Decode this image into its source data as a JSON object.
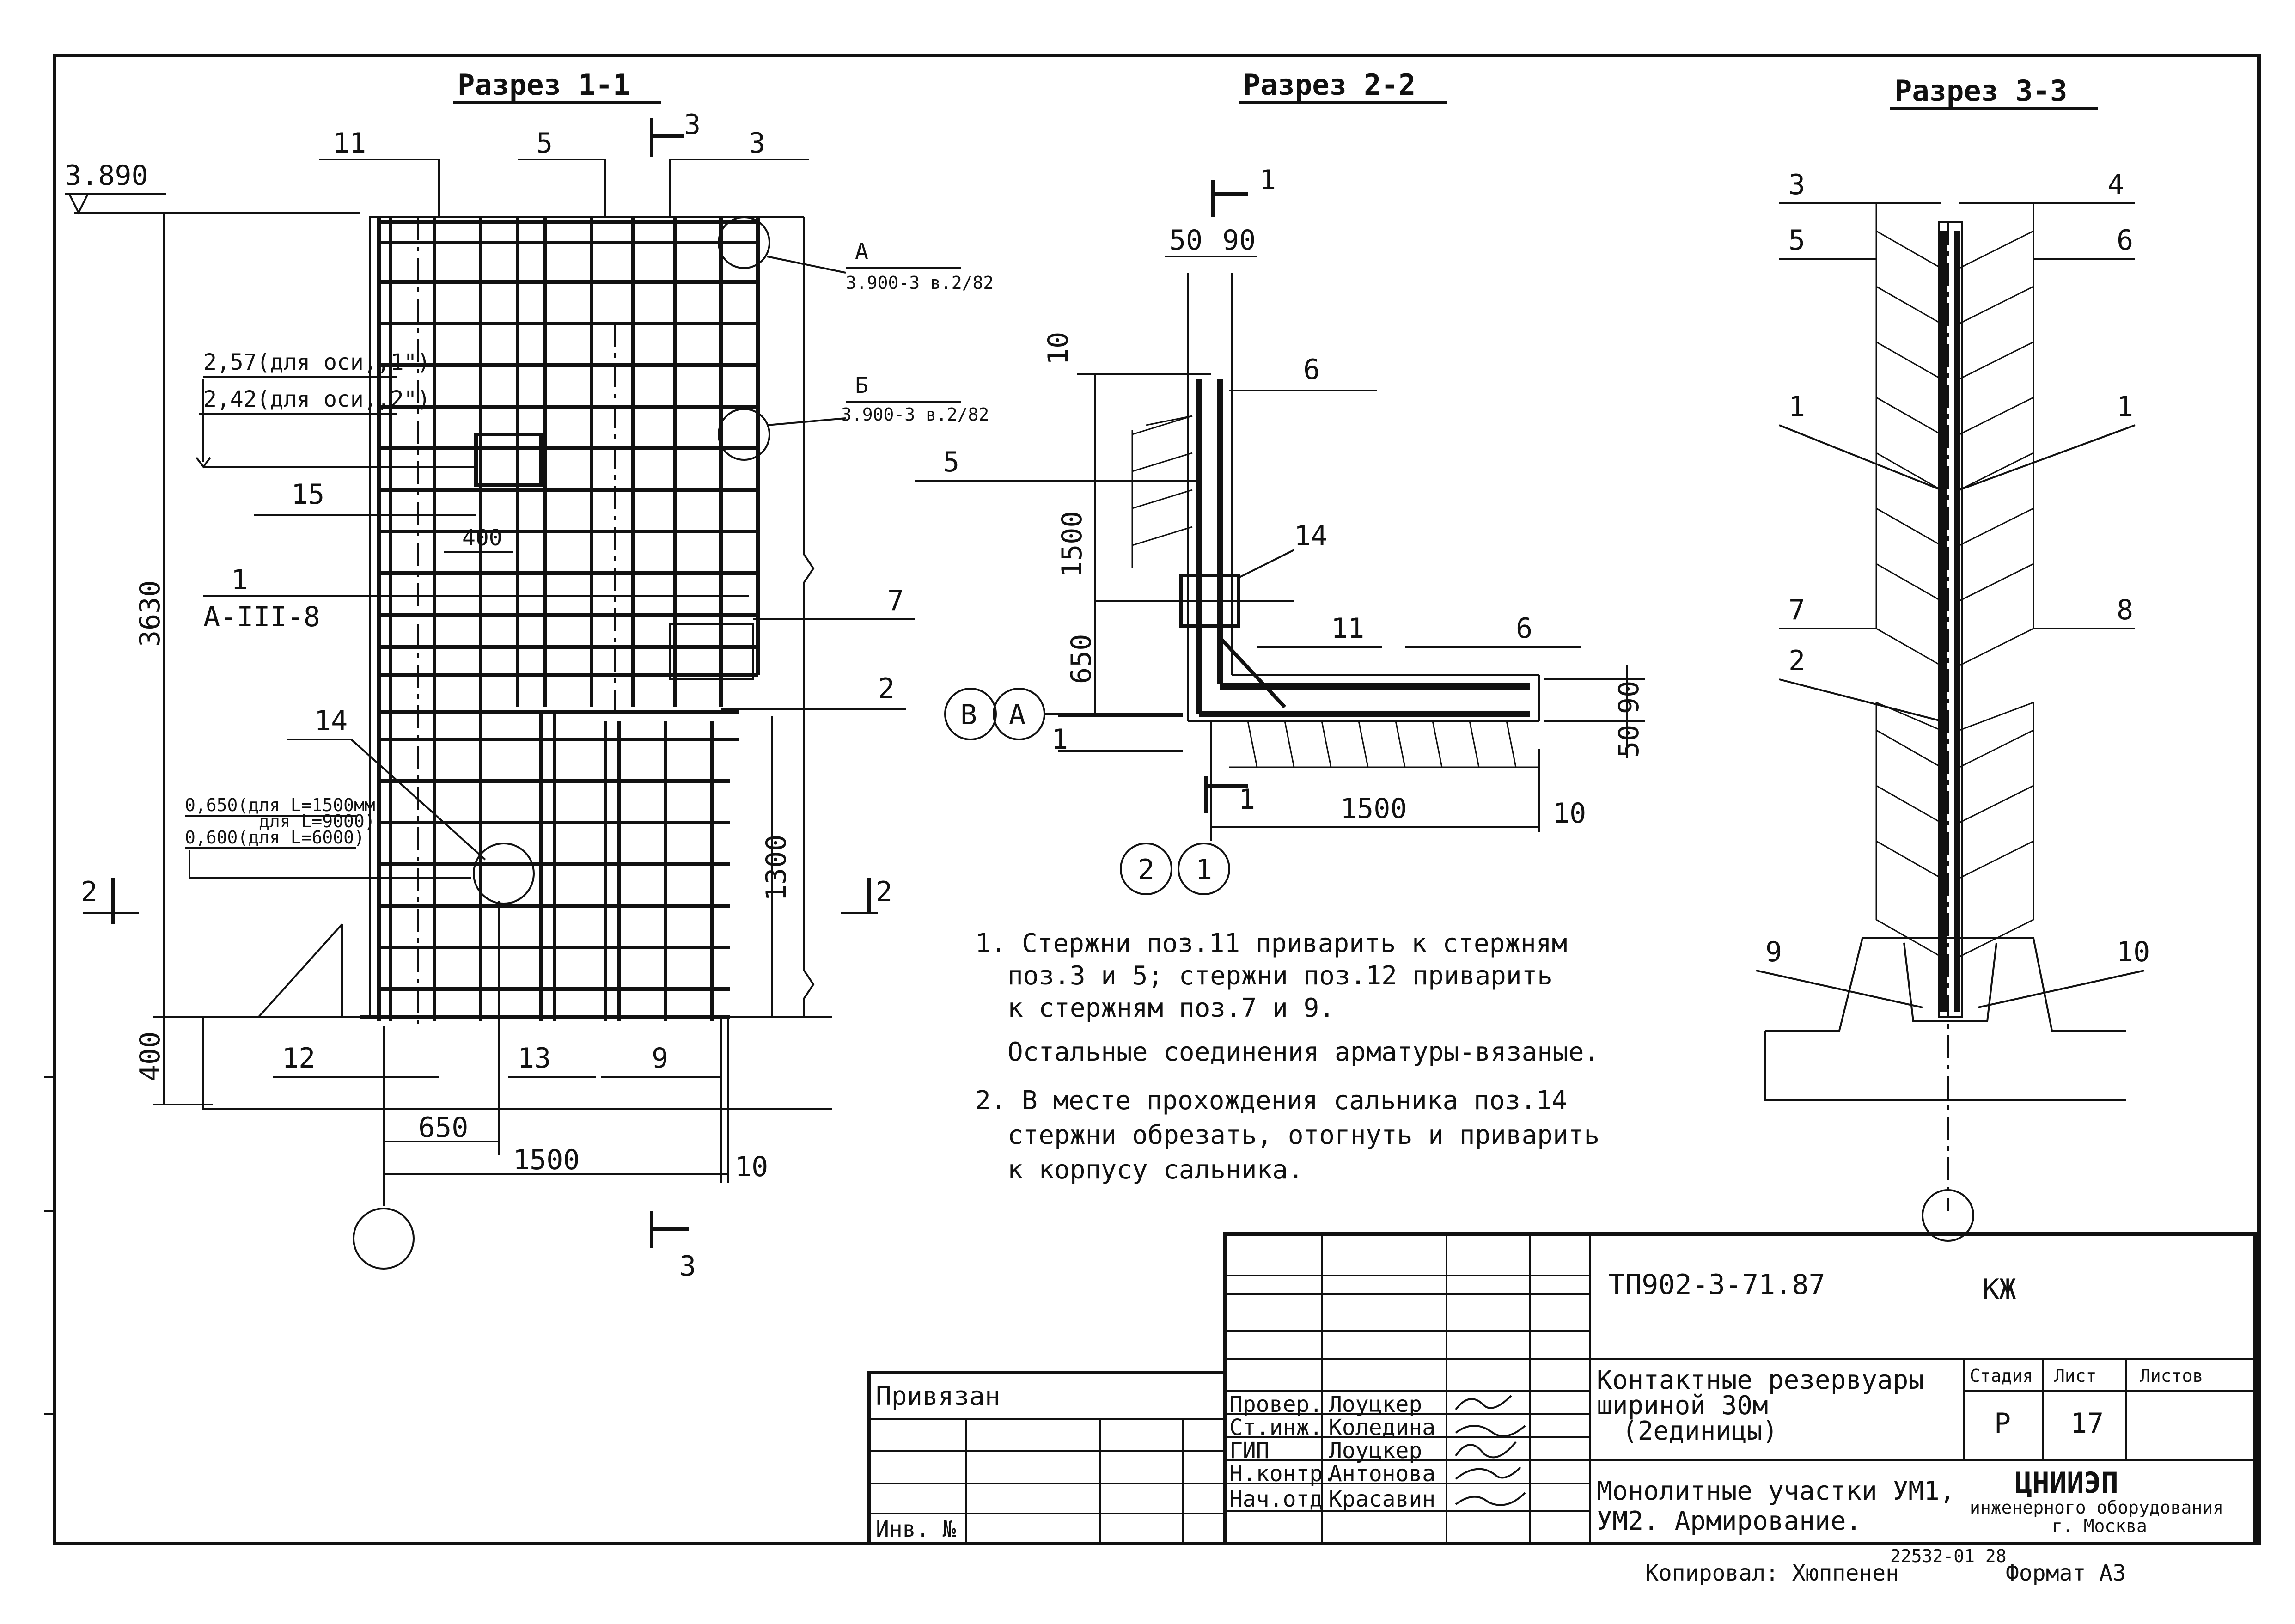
{
  "sections": {
    "s11": "Разрез 1-1",
    "s22": "Разрез 2-2",
    "s33": "Разрез 3-3"
  },
  "sec1": {
    "elev_top": "3.890",
    "dim_height": "3630",
    "dim_base": "400",
    "dim_650": "650",
    "dim_1500": "1500",
    "dim_10": "10",
    "dim_1300": "1300",
    "dim_400": "400",
    "elev_257": "2,57(для оси,,1\")",
    "elev_242": "2,42(для оси,,2\")",
    "elev_0650": "0,650(для L=1500мм",
    "elev_l9000": "для L=9000)",
    "elev_0600": "0,600(для L=6000)",
    "callout_a": "А",
    "callout_a_ref": "3.900-3 в.2/82",
    "callout_b": "Б",
    "callout_b_ref": "3.900-3 в.2/82",
    "rebar_frac_num": "1",
    "rebar_frac_den": "А-III-8",
    "pos": {
      "p11": "11",
      "p5": "5",
      "p3": "3",
      "p15": "15",
      "p7": "7",
      "p2": "2",
      "p14": "14",
      "p12": "12",
      "p13": "13",
      "p9": "9"
    },
    "cut2_left": "2",
    "cut2_right": "2",
    "cut3_top": "3",
    "cut3_bottom": "3"
  },
  "sec2": {
    "dim_50": "50",
    "dim_90": "90",
    "dim_10": "10",
    "dim_1500v": "1500",
    "dim_650": "650",
    "dim_1500h": "1500",
    "dim_10b": "10",
    "dim_90b": "90",
    "dim_50b": "50",
    "cut1_top": "1",
    "cut1_bottom": "1",
    "level_1": "1",
    "axis_b": "В",
    "axis_a": "А",
    "axis_2": "2",
    "axis_1": "1",
    "pos": {
      "p6a": "6",
      "p5": "5",
      "p14": "14",
      "p11": "11",
      "p6b": "6"
    }
  },
  "sec3": {
    "pos": {
      "p3": "3",
      "p5": "5",
      "p1l": "1",
      "p7": "7",
      "p2": "2",
      "p9": "9",
      "p4": "4",
      "p6": "6",
      "p1r": "1",
      "p8": "8",
      "p10": "10"
    }
  },
  "notes": {
    "n1a": "1. Стержни поз.11 приварить к стержням",
    "n1b": "поз.3 и 5; стержни поз.12 приварить",
    "n1c": "к стержням поз.7 и 9.",
    "n1d": "Остальные соединения арматуры-вязаные.",
    "n2a": "2. В месте прохождения сальника поз.14",
    "n2b": "стержни обрезать, отогнуть и приварить",
    "n2c": "к корпусу сальника."
  },
  "title_block": {
    "code": "ТП902-3-71.87",
    "mark": "КЖ",
    "privyazan": "Привязан",
    "inv_no": "Инв. №",
    "project": "Контактные резервуары",
    "project2": "шириной 30м",
    "project3": "(2единицы)",
    "sheet_title": "Монолитные участки УМ1,",
    "sheet_title2": "УМ2. Армирование.",
    "col_stage": "Стадия",
    "col_sheet": "Лист",
    "col_sheets": "Листов",
    "stage": "Р",
    "sheet": "17",
    "org": "ЦНИИЭП",
    "org2": "инженерного оборудования",
    "org3": "г. Москва",
    "roles": [
      {
        "role": "Провер.",
        "name": "Лоуцкер"
      },
      {
        "role": "Ст.инж.",
        "name": "Коледина"
      },
      {
        "role": "ГИП",
        "name": "Лоуцкер"
      },
      {
        "role": "Н.контр.",
        "name": "Антонова"
      },
      {
        "role": "Нач.отд",
        "name": "Красавин"
      }
    ]
  },
  "footer": {
    "copied": "Копировал: Хюппенен",
    "order": "22532-01 28",
    "format": "Формат А3"
  }
}
